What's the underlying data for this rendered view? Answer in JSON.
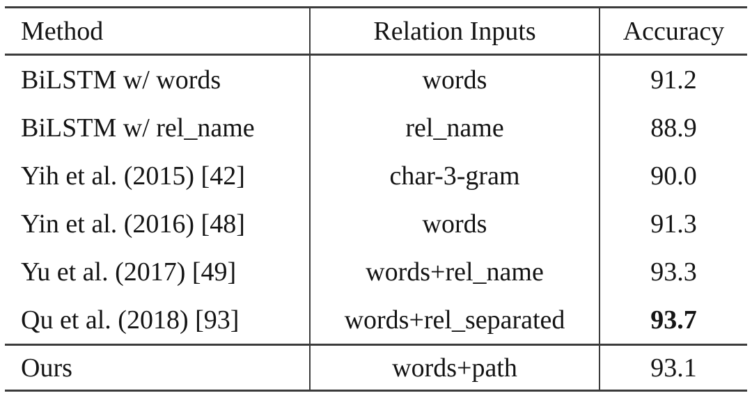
{
  "table": {
    "columns": [
      {
        "label": "Method"
      },
      {
        "label": "Relation Inputs"
      },
      {
        "label": "Accuracy"
      }
    ],
    "rows": [
      {
        "method": "BiLSTM w/ words",
        "relation_inputs": "words",
        "accuracy": "91.2",
        "accuracy_bold": false
      },
      {
        "method": "BiLSTM w/ rel_name",
        "relation_inputs": "rel_name",
        "accuracy": "88.9",
        "accuracy_bold": false
      },
      {
        "method": "Yih et al. (2015) [42]",
        "relation_inputs": "char-3-gram",
        "accuracy": "90.0",
        "accuracy_bold": false
      },
      {
        "method": "Yin et al. (2016) [48]",
        "relation_inputs": "words",
        "accuracy": "91.3",
        "accuracy_bold": false
      },
      {
        "method": "Yu et al. (2017) [49]",
        "relation_inputs": "words+rel_name",
        "accuracy": "93.3",
        "accuracy_bold": false
      },
      {
        "method": "Qu et al. (2018) [93]",
        "relation_inputs": "words+rel_separated",
        "accuracy": "93.7",
        "accuracy_bold": true
      }
    ],
    "ours_row": {
      "method": "Ours",
      "relation_inputs": "words+path",
      "accuracy": "93.1",
      "accuracy_bold": false
    }
  },
  "colors": {
    "background": "#ffffff",
    "text": "#141414",
    "rule": "#3b3b3b"
  }
}
